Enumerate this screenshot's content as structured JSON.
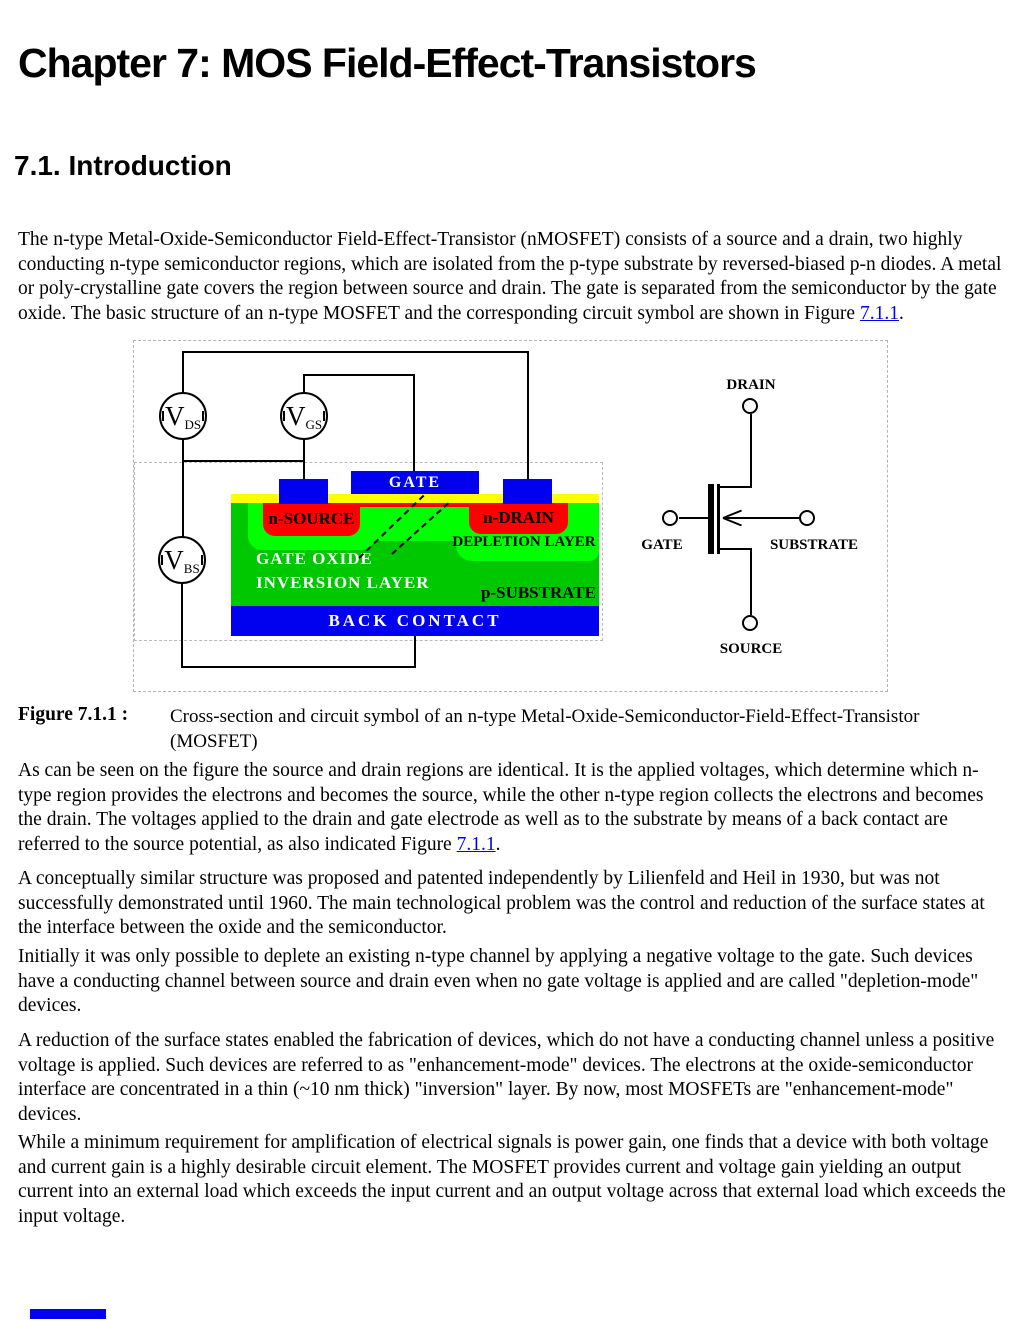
{
  "page": {
    "title": "Chapter 7: MOS Field-Effect-Transistors",
    "section_heading": "7.1. Introduction"
  },
  "content": {
    "p1": {
      "text": "The n-type Metal-Oxide-Semiconductor Field-Effect-Transistor (nMOSFET) consists of a source and a drain, two highly conducting n-type semiconductor regions, which are isolated from the p-type substrate by reversed-biased p-n diodes. A metal or poly-crystalline gate covers the region between source and drain. The gate is separated from the semiconductor by the gate oxide. The basic structure of an n-type MOSFET and the corresponding circuit symbol are shown in Figure ",
      "link_text": "7.1.1",
      "text_after": "."
    },
    "p2": {
      "text": "As can be seen on the figure the source and drain regions are identical. It is the applied voltages, which determine which n-type region provides the electrons and becomes the source, while the other n-type region collects the electrons and becomes the drain. The voltages applied to the drain and gate electrode as well as to the substrate by means of a back contact are referred to the source potential, as also indicated Figure ",
      "link_text": "7.1.1",
      "text_after": "."
    },
    "p3": {
      "text": "A conceptually similar structure was proposed and patented independently by Lilienfeld and Heil in 1930, but was not successfully demonstrated until 1960. The main technological problem was the control and reduction of the surface states at the interface between the oxide and the semiconductor."
    },
    "p4": {
      "text": "Initially it was only possible to deplete an existing n-type channel by applying a negative voltage to the gate. Such devices have a conducting channel between source and drain even when no gate voltage is applied and are called \"depletion-mode\" devices."
    },
    "p5": {
      "text": "A reduction of the surface states enabled the fabrication of devices, which do not have a conducting channel unless a positive voltage is applied. Such devices are referred to as \"enhancement-mode\" devices. The electrons at the oxide-semiconductor interface are concentrated in a thin (~10 nm thick) \"inversion\" layer. By now, most MOSFETs are \"enhancement-mode\" devices."
    },
    "p6": {
      "text": "While a minimum requirement for amplification of electrical signals is power gain, one finds that a device with both voltage and current gain is a highly desirable circuit element. The MOSFET provides current and voltage gain yielding an output current into an external load which exceeds the input current and an output voltage across that external load which exceeds the input voltage."
    }
  },
  "figure": {
    "caption_label": "Figure 7.1.1 :",
    "caption_text": "Cross-section and circuit symbol of an n-type Metal-Oxide-Semiconductor-Field-Effect-Transistor (MOSFET)",
    "meters": {
      "vds": {
        "base": "V",
        "sub": "DS"
      },
      "vgs": {
        "base": "V",
        "sub": "GS"
      },
      "vbs": {
        "base": "V",
        "sub": "BS"
      }
    },
    "cross_section_labels": {
      "gate": "GATE",
      "source": "n-SOURCE",
      "drain": "n-DRAIN",
      "depletion": "DEPLETION LAYER",
      "gate_oxide": "GATE OXIDE",
      "inversion": "INVERSION LAYER",
      "substrate": "p-SUBSTRATE",
      "back_contact": "BACK CONTACT"
    },
    "symbol_labels": {
      "drain": "DRAIN",
      "gate": "GATE",
      "substrate": "SUBSTRATE",
      "source": "SOURCE"
    },
    "colors": {
      "contact_blue": "#0101EF",
      "oxide_yellow": "#FFFF00",
      "n_region_red": "#FF0000",
      "depletion_green": "#00FF00",
      "substrate_green": "#00C800",
      "link_blue": "#0000EE"
    }
  }
}
